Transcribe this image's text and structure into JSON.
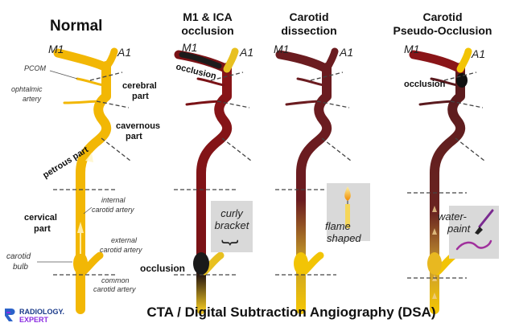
{
  "panels": {
    "normal": {
      "title": "Normal",
      "m1": "M1",
      "a1": "A1",
      "labels": {
        "pcom": "PCOM",
        "ophthalmic_1": "ophtalmic",
        "ophthalmic_2": "artery",
        "cerebral_1": "cerebral",
        "cerebral_2": "part",
        "cavernous_1": "cavernous",
        "cavernous_2": "part",
        "petrous": "petrous part",
        "cervical_1": "cervical",
        "cervical_2": "part",
        "ica_1": "internal",
        "ica_2": "carotid artery",
        "eca_1": "external",
        "eca_2": "carotid artery",
        "bulb_1": "carotid",
        "bulb_2": "bulb",
        "cca_1": "common",
        "cca_2": "carotid artery"
      }
    },
    "m1_ica": {
      "title_1": "M1 & ICA",
      "title_2": "occlusion",
      "m1": "M1",
      "a1": "A1",
      "occlusion_top": "occlusion",
      "occlusion_bottom": "occlusion",
      "box_1": "curly",
      "box_2": "bracket",
      "box_symbol": "}"
    },
    "dissection": {
      "title_1": "Carotid",
      "title_2": "dissection",
      "m1": "M1",
      "a1": "A1",
      "box_1": "flame",
      "box_2": "shaped"
    },
    "pseudo": {
      "title_1": "Carotid",
      "title_2": "Pseudo-Occlusion",
      "m1": "M1",
      "a1": "A1",
      "occlusion": "occlusion",
      "box_1": "water-",
      "box_2": "paint"
    }
  },
  "footer": {
    "logo_line1": "RADIOLOGY.",
    "logo_line2": "EXPERT",
    "caption": "CTA / Digital Subtraction Angiography (DSA)"
  },
  "colors": {
    "normal_vessel": "#f2b705",
    "occluded_vessel": "#7a1216",
    "dark_vessel": "#5a1a1e",
    "logo_blue": "#2b62c9",
    "logo_purple": "#8a2be2"
  }
}
